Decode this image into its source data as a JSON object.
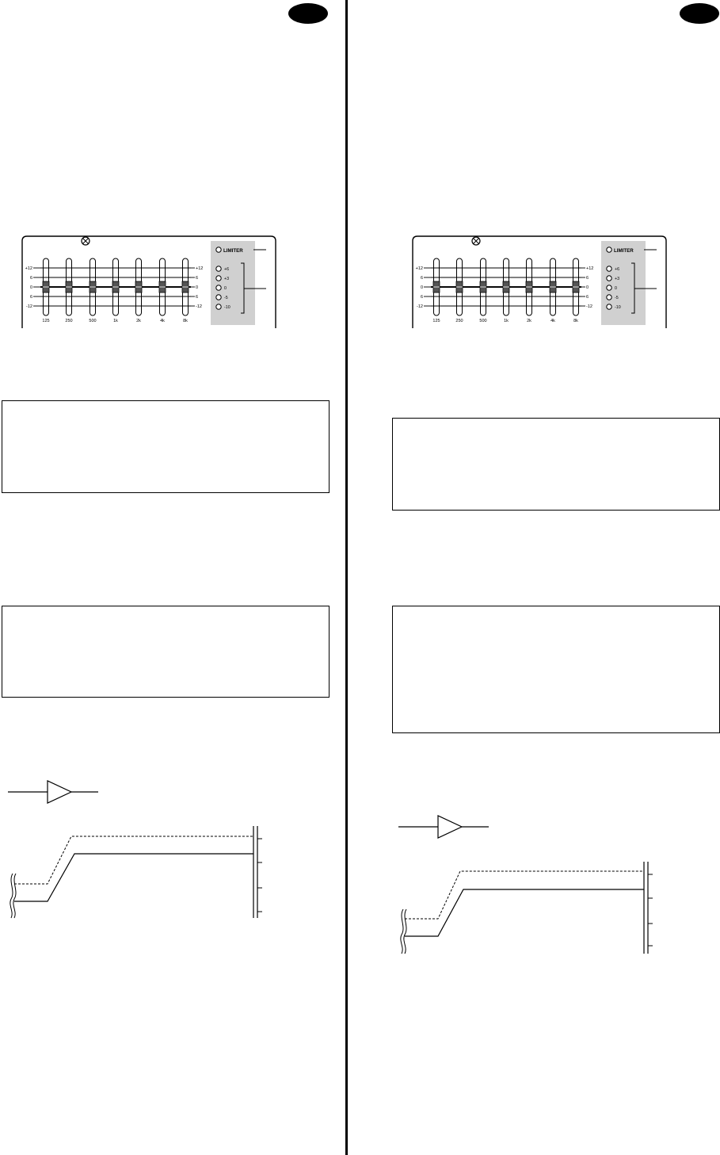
{
  "panels": [
    {
      "id": "left",
      "eq": {
        "limiter_label": "LIMITER",
        "db_scale_left": [
          "+12",
          "6",
          "0",
          "6",
          "-12"
        ],
        "db_scale_right": [
          "+12",
          "6",
          "0",
          "6",
          "-12"
        ],
        "bands": [
          "125",
          "250",
          "500",
          "1k",
          "2k",
          "4k",
          "8k"
        ],
        "meter_labels": [
          "+6",
          "+3",
          "0",
          "-5",
          "-10"
        ]
      }
    },
    {
      "id": "right",
      "eq": {
        "limiter_label": "LIMITER",
        "db_scale_left": [
          "+12",
          "6",
          "0",
          "6",
          "-12"
        ],
        "db_scale_right": [
          "+12",
          "6",
          "0",
          "6",
          "-12"
        ],
        "bands": [
          "125",
          "250",
          "500",
          "1k",
          "2k",
          "4k",
          "8k"
        ],
        "meter_labels": [
          "+6",
          "+3",
          "0",
          "-5",
          "-10"
        ]
      }
    }
  ],
  "colors": {
    "ink": "#000000",
    "meter_panel": "#d0d0d0",
    "knob": "#555555"
  },
  "icons": {
    "eq_center_mark": "crossed-circle-icon",
    "amplifier": "triangle-amplifier-icon",
    "page_badge": "black-oval-badge"
  }
}
